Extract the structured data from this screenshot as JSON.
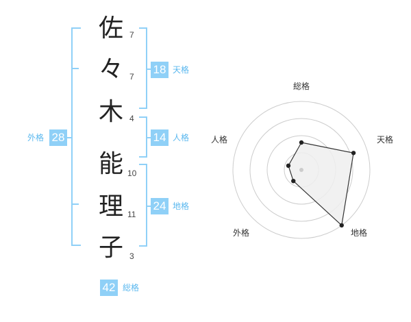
{
  "name": {
    "chars": [
      {
        "char": "佐",
        "strokes": "7"
      },
      {
        "char": "々",
        "strokes": "7"
      },
      {
        "char": "木",
        "strokes": "4"
      },
      {
        "char": "能",
        "strokes": "10"
      },
      {
        "char": "理",
        "strokes": "11"
      },
      {
        "char": "子",
        "strokes": "3"
      }
    ]
  },
  "grades": {
    "tenkaku": {
      "value": "18",
      "label": "天格"
    },
    "jinkaku": {
      "value": "14",
      "label": "人格"
    },
    "chikaku": {
      "value": "24",
      "label": "地格"
    },
    "gaikaku": {
      "value": "28",
      "label": "外格"
    },
    "soukaku": {
      "value": "42",
      "label": "総格"
    }
  },
  "chart_data": {
    "type": "radar",
    "axes": [
      "総格",
      "天格",
      "地格",
      "外格",
      "人格"
    ],
    "values": [
      2,
      4,
      5,
      1,
      1
    ],
    "max": 5,
    "rings": 4,
    "colors": {
      "bracket": "#8fd0f7",
      "badge": "#8fd0f7",
      "fill": "#eeeeee",
      "line": "#333333"
    }
  }
}
